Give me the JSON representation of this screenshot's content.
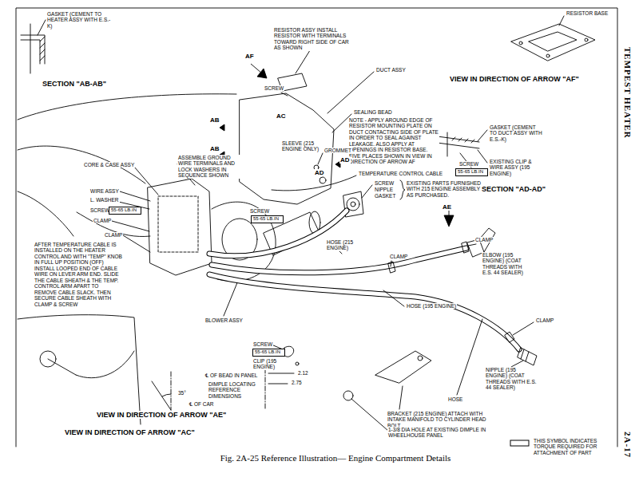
{
  "diagram": {
    "caption": "Fig. 2A-25 Reference Illustration— Engine Compartment Details",
    "nodes": [
      {
        "text": [
          "55-65 LB.IN"
        ]
      },
      {
        "text": [
          "55-65 LB.IN"
        ]
      },
      {
        "text": [
          "55-65 LB.IN"
        ]
      },
      {
        "text": [
          "55-65 LB.IN"
        ]
      }
    ],
    "labels": [
      "GASKET (CEMENT TO HEATER ASSY WITH E.S.-K)",
      "SECTION \"AB-AB\"",
      "RESISTOR ASSY INSTALL RESISTOR WITH TERMINALS TOWARD RIGHT SIDE OF CAR AS SHOWN",
      "AF",
      "SCREW",
      "DUCT ASSY",
      "SEALING BEAD",
      "NOTE - APPLY AROUND EDGE OF RESISTOR MOUNTING PLATE ON DUCT CONTACTING SIDE OF PLATE IN ORDER TO SEAL AGAINST LEAKAGE. ALSO APPLY AT OPENINGS IN RESISTOR BASE. FIVE PLACES SHOWN IN VIEW IN DIRECTION OF ARROW AF",
      "AC",
      "AB",
      "AB",
      "SLEEVE (215 ENGINE ONLY)",
      "GROMMET",
      "AD",
      "AD",
      "CORE & CASE ASSY",
      "ASSEMBLE GROUND WIRE TERMINALS AND LOCK WASHERS IN SEQUENCE SHOWN",
      "TEMPERATURE CONTROL CABLE",
      "WIRE ASSY",
      "L. WASHER",
      "SCREW",
      "CLAMP",
      "SCREW",
      "NIPPLE",
      "GASKET",
      "EXISTING PARTS FURNISHED WITH 215 ENGINE ASSEMBLY AS PURCHASED.",
      "SCREW",
      "AE",
      "CLAMP",
      "AFTER TEMPERATURE CABLE IS INSTALLED ON THE HEATER CONTROL AND WITH \"TEMP\" KNOB IN FULL UP POSITION (OFF) INSTALL LOOPED END OF CABLE WIRE ON LEVER ARM END. SLIDE THE CABLE SHEATH & THE TEMP. CONTROL ARM APART TO REMOVE CABLE SLACK. THEN SECURE CABLE SHEATH WITH CLAMP & SCREW",
      "CLAMP",
      "ELBOW (195 ENGINE) (COAT THREADS WITH E.S. 44 SEALER)",
      "HOSE (215 ENGINE)",
      "CLAMP",
      "HOSE (195 ENGINE)",
      "CLAMP",
      "BLOWER ASSY",
      "SCREW",
      "CLIP (195 ENGINE)",
      "℄ OF BEAD IN PANEL",
      "2.12",
      "2.75",
      "DIMPLE LOCATING REFERENCE DIMENSIONS",
      "NIPPLE (195 ENGINE) (COAT THREADS WITH E.S. 44 SEALER)",
      "HOSE",
      "35°",
      "℄ OF CAR",
      "BRACKET (215 ENGINE) ATTACH WITH INTAKE MANIFOLD TO CYLINDER HEAD BOLT",
      "1-3/8 DIA HOLE AT EXISTING DIMPLE IN WHEELHOUSE PANEL",
      "VIEW IN DIRECTION OF ARROW \"AE\"",
      "VIEW IN DIRECTION OF ARROW \"AC\"",
      "RESISTOR BASE",
      "VIEW IN DIRECTION OF ARROW \"AF\"",
      "GASKET (CEMENT TO DUCT ASSY WITH E.S.-K)",
      "SCREW",
      "EXISTING CLIP & WIRE ASSY (195 ENGINE)",
      "SECTION \"AD-AD\"",
      "TEMPEST HEATER",
      "2A-17"
    ],
    "legend": [
      {
        "text": "THIS SYMBOL INDICATES TORQUE REQUIRED FOR ATTACHMENT OF PART"
      }
    ]
  }
}
